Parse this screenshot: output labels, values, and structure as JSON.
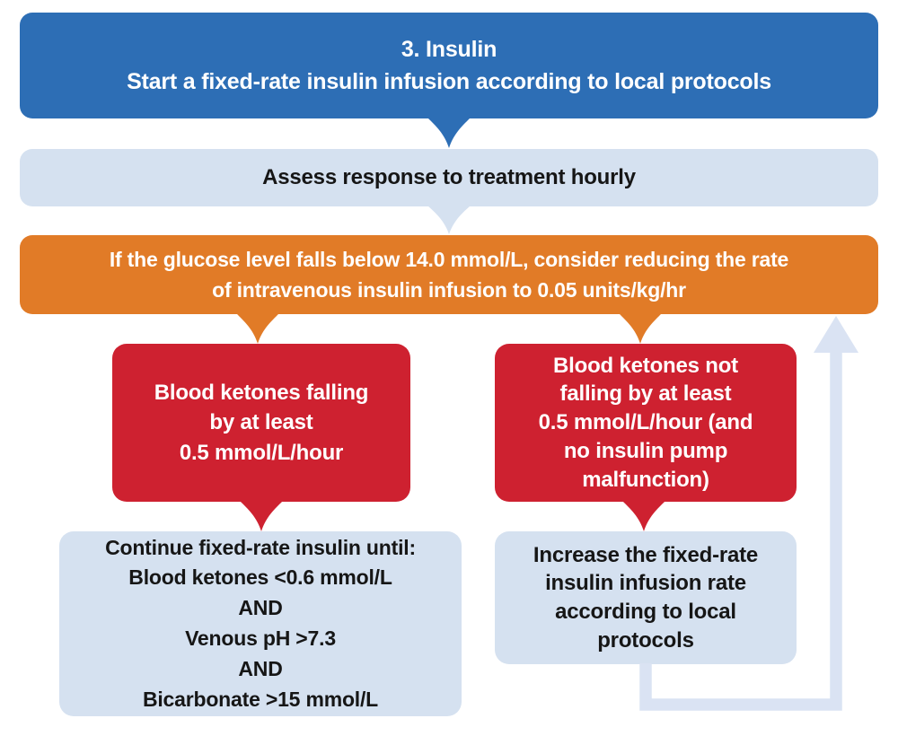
{
  "palette": {
    "primary_blue": "#2d6eb5",
    "light_blue": "#d5e1f0",
    "orange": "#e17b27",
    "red": "#ce2130",
    "feedback_arrow_blue": "#dae3f3",
    "text_dark": "#161616",
    "text_light": "#ffffff"
  },
  "flowchart": {
    "title_box": {
      "text": "3. Insulin\nStart a fixed-rate insulin infusion according to local protocols"
    },
    "assess_box": {
      "text": "Assess response to treatment hourly"
    },
    "glucose_box": {
      "text": "If the glucose level falls below 14.0 mmol/L, consider reducing the rate\nof intravenous insulin infusion to 0.05 units/kg/hr"
    },
    "ketones_falling_box": {
      "text": "Blood ketones falling\nby at least\n0.5 mmol/L/hour"
    },
    "ketones_not_falling_box": {
      "text": "Blood ketones not\nfalling by at least\n0.5 mmol/L/hour (and\nno insulin pump\nmalfunction)"
    },
    "continue_box": {
      "text": "Continue fixed-rate insulin until:\nBlood ketones <0.6 mmol/L\nAND\nVenous pH >7.3\nAND\nBicarbonate >15 mmol/L"
    },
    "increase_box": {
      "text": "Increase the fixed-rate\ninsulin infusion rate\naccording to local\nprotocols"
    }
  }
}
